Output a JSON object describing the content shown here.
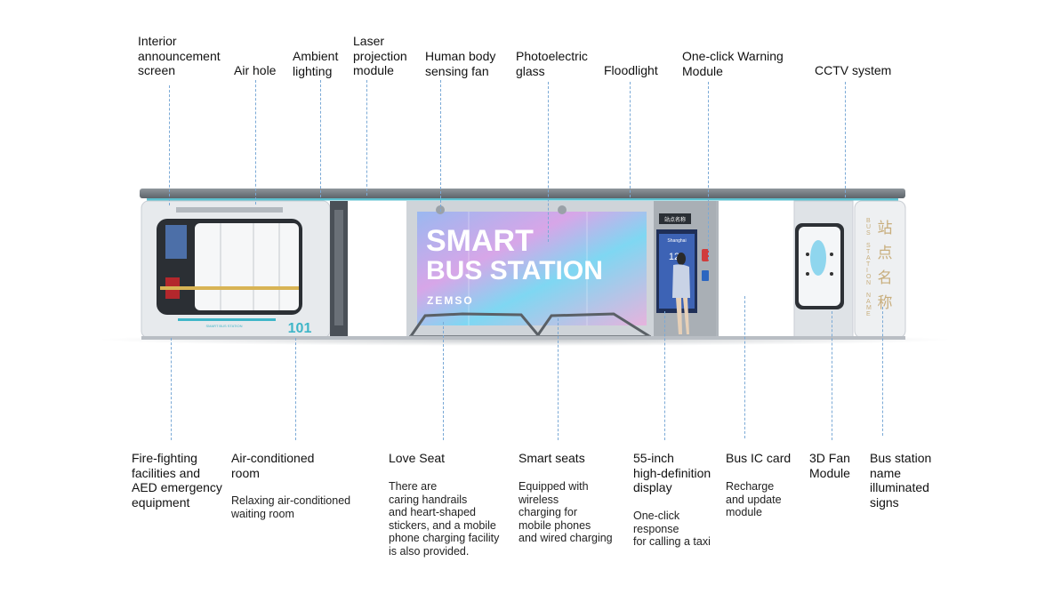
{
  "top_labels": [
    {
      "id": "interior-screen",
      "text": "Interior\nannouncement\nscreen"
    },
    {
      "id": "air-hole",
      "text": "Air hole"
    },
    {
      "id": "ambient-lighting",
      "text": "Ambient\nlighting"
    },
    {
      "id": "laser-projection",
      "text": "Laser\nprojection\nmodule"
    },
    {
      "id": "human-body-fan",
      "text": "Human body\nsensing fan"
    },
    {
      "id": "photoelectric-glass",
      "text": "Photoelectric\nglass"
    },
    {
      "id": "floodlight",
      "text": "Floodlight"
    },
    {
      "id": "warning-module",
      "text": "One-click Warning\nModule"
    },
    {
      "id": "cctv",
      "text": "CCTV system"
    }
  ],
  "bottom_labels": [
    {
      "id": "fire-fighting",
      "text": "Fire-fighting\nfacilities and\nAED emergency\nequipment",
      "desc": ""
    },
    {
      "id": "air-conditioned",
      "text": "Air-conditioned\nroom",
      "desc": "Relaxing air-conditioned\nwaiting room"
    },
    {
      "id": "love-seat",
      "text": "Love Seat",
      "desc": "There are\ncaring handrails\nand heart-shaped\nstickers, and a mobile\nphone charging facility\nis also provided."
    },
    {
      "id": "smart-seats",
      "text": "Smart seats",
      "desc": "Equipped with\nwireless\ncharging for\nmobile phones\nand wired charging"
    },
    {
      "id": "display-55",
      "text": "55-inch\nhigh-definition\ndisplay",
      "desc": "One-click\nresponse\nfor calling a taxi"
    },
    {
      "id": "ic-card",
      "text": "Bus IC card",
      "desc": "Recharge\nand update\nmodule"
    },
    {
      "id": "fan-3d",
      "text": "3D Fan\nModule",
      "desc": ""
    },
    {
      "id": "name-sign",
      "text": "Bus station\nname\nilluminated\nsigns",
      "desc": ""
    }
  ],
  "station": {
    "ad_line1": "SMART",
    "ad_line2": "BUS STATION",
    "ad_brand": "ZEMSO",
    "room_number": "101",
    "room_sign": "SMART BUS STATION",
    "kiosk_header": "站点名称",
    "kiosk_city": "Shanghai",
    "kiosk_time": "12",
    "sign_chars": "站点名称",
    "sign_en": "BUS STATION NAME"
  },
  "colors": {
    "leader": "#7aa9d6",
    "teal": "#3fb6c8",
    "frame": "#c9ced4"
  }
}
